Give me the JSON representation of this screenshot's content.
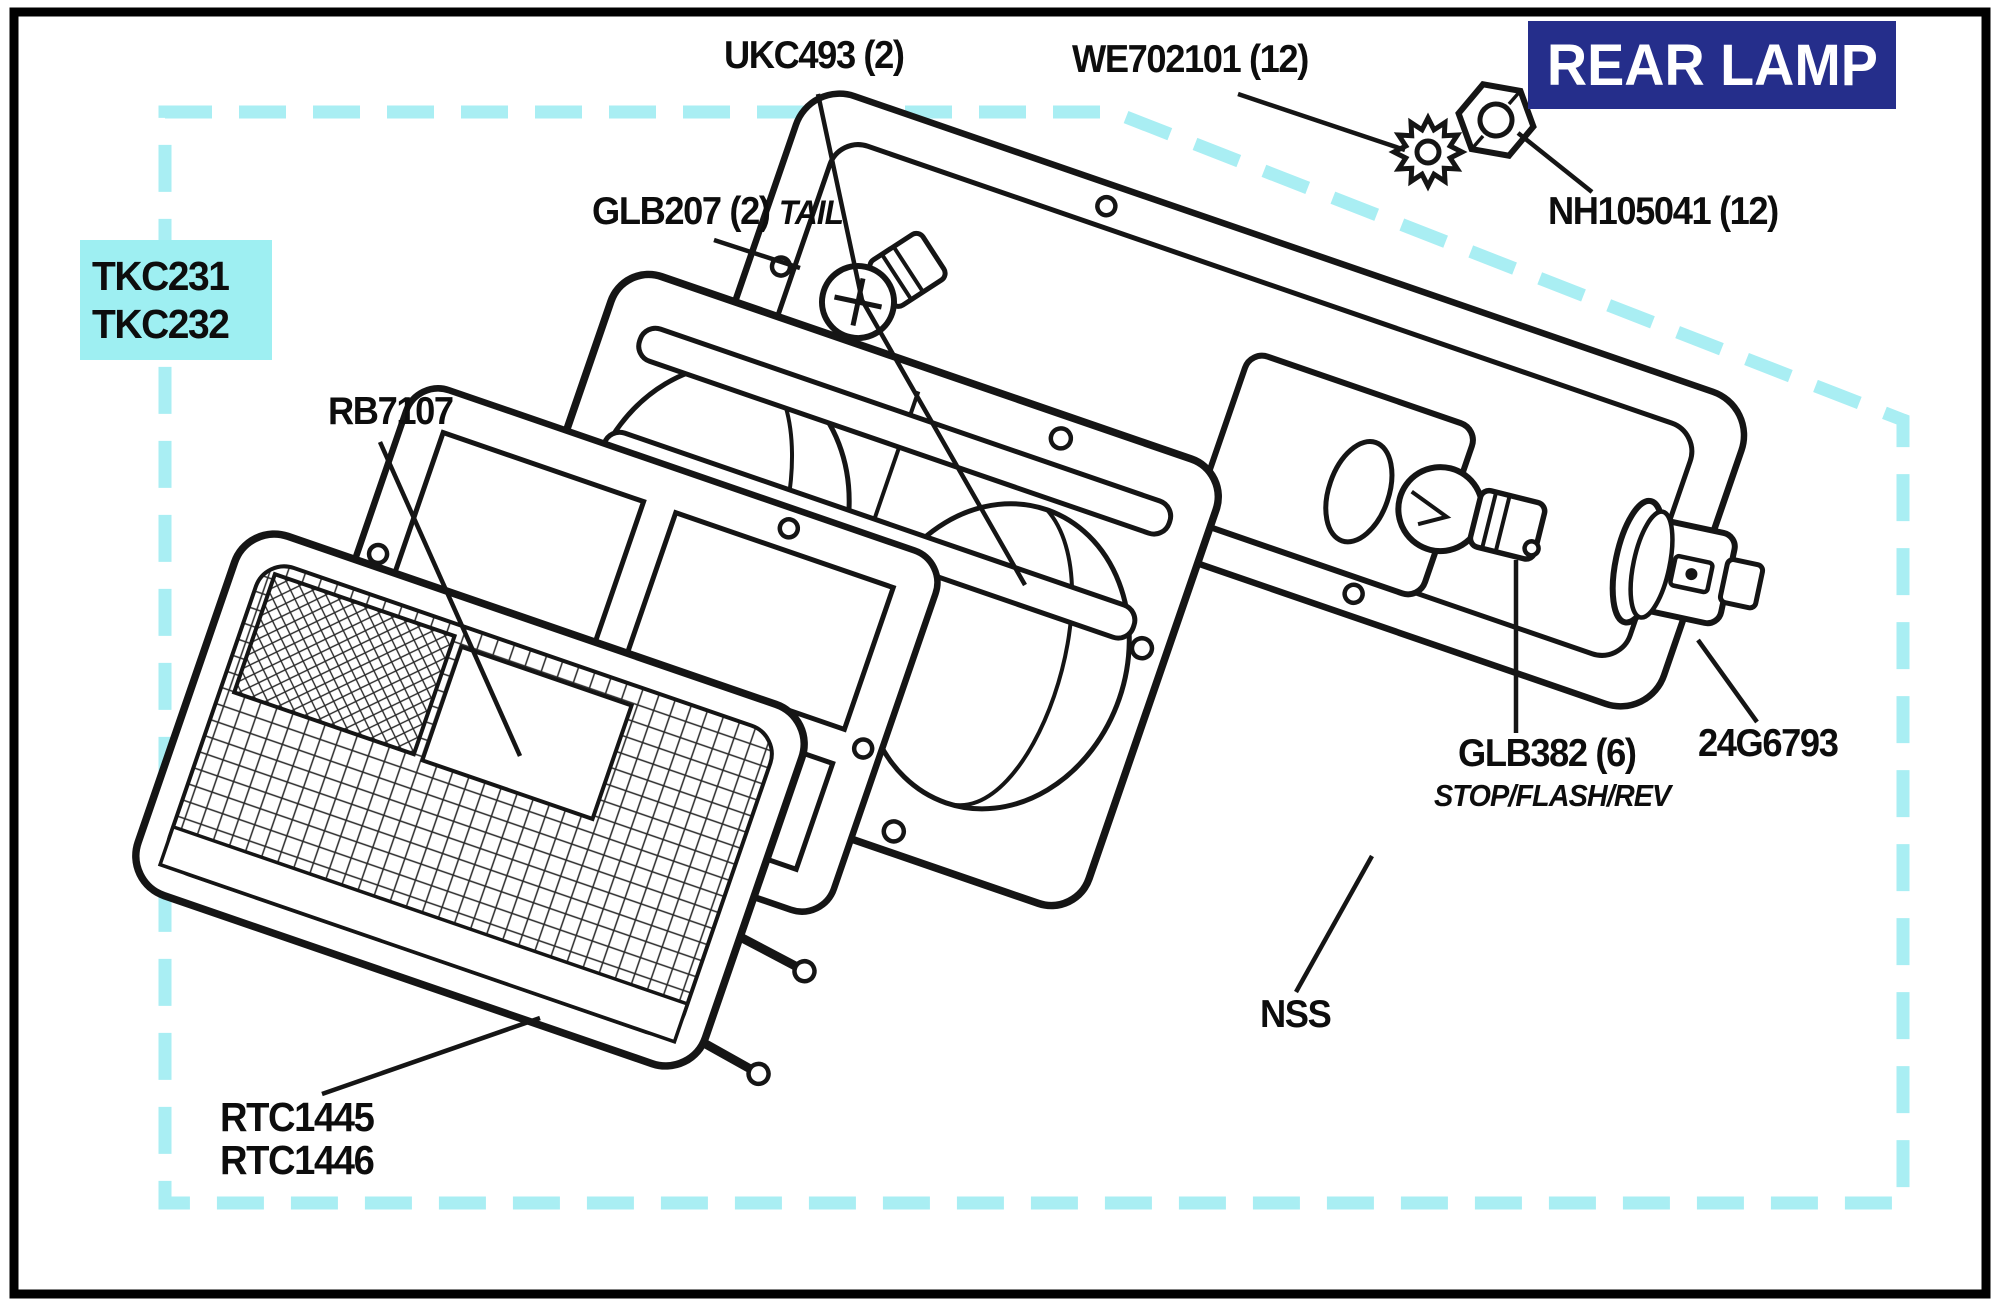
{
  "header": {
    "title": "REAR LAMP"
  },
  "colors": {
    "title_bg_navy": "#252e8b",
    "title_fg": "#ffffff",
    "dash_border_cyan": "#a9eef3",
    "code_box_cyan": "#9eeff2",
    "line_ink": "#151515",
    "page_bg": "#ffffff"
  },
  "assembly_codes": {
    "line1": "TKC231",
    "line2": "TKC232"
  },
  "callouts": {
    "ukc493": {
      "text": "UKC493 (2)"
    },
    "we702101": {
      "text": "WE702101 (12)"
    },
    "nh105041": {
      "text": "NH105041 (12)"
    },
    "glb207": {
      "part": "GLB207 (2)",
      "note": "TAIL"
    },
    "rb7107": {
      "text": "RB7107"
    },
    "glb382": {
      "part": "GLB382 (6)",
      "note": "STOP/FLASH/REV"
    },
    "g24g6793": {
      "text": "24G6793"
    },
    "nss": {
      "text": "NSS"
    },
    "rtc": {
      "line1": "RTC1445",
      "line2": "RTC1446"
    }
  },
  "parts_depicted": [
    "rear lens",
    "lens seal gasket",
    "lamp body with reflectors",
    "body-to-wing gasket",
    "tail bulb",
    "stop/flash/reverse bulb",
    "bulb holder",
    "star washer",
    "hex nut"
  ]
}
